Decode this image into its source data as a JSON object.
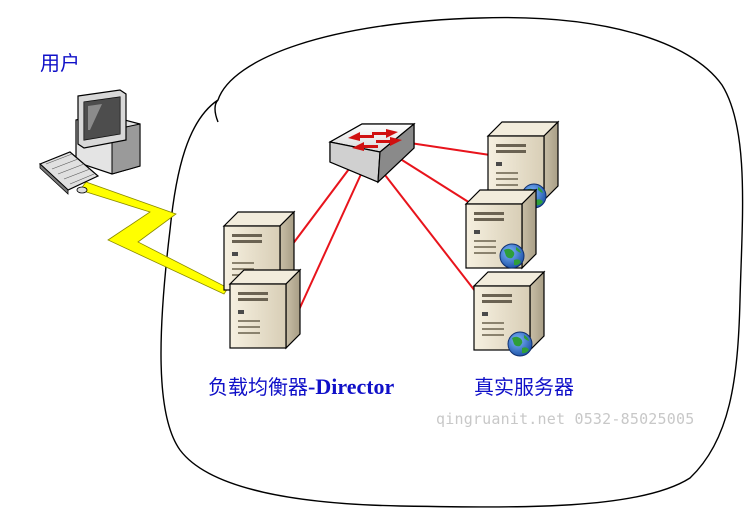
{
  "labels": {
    "user": "用户",
    "director_prefix": "负载均衡器",
    "director_suffix": "-Director",
    "real_servers": "真实服务器",
    "watermark": "qingruanit.net 0532-85025005"
  },
  "icons": {
    "client": "computer-icon",
    "switch": "network-switch-icon",
    "server": "server-icon",
    "globe": "globe-icon",
    "link": "lightning-link-icon"
  },
  "colors": {
    "label_text": "#1010c8",
    "watermark": "#c8c8c8",
    "link_line": "#e8141c",
    "lightning_fill": "#ffff00",
    "cloud_stroke": "#000000",
    "switch_arrow": "#d01010",
    "server_body": "#e8e0cc",
    "globe_blue": "#1a5fc4",
    "globe_green": "#2e9e3a"
  }
}
